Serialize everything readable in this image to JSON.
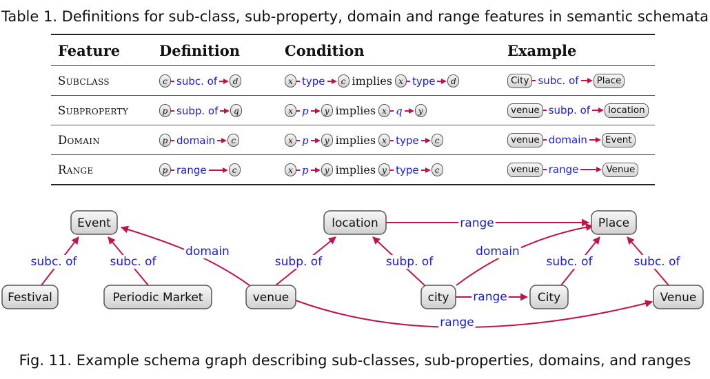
{
  "table_caption": "Table 1.  Definitions for sub-class, sub-property, domain and range features in semantic schemata",
  "figure_caption": "Fig. 11.  Example schema graph describing sub-classes, sub-properties, domains, and ranges",
  "table": {
    "headers": [
      "Feature",
      "Definition",
      "Condition",
      "Example"
    ],
    "rows": [
      {
        "feature": "Subclass",
        "definition": [
          "c",
          "subc. of",
          "d"
        ],
        "condition_left": [
          "x",
          "type",
          "c"
        ],
        "implies": "implies",
        "condition_right": [
          "x",
          "type",
          "d"
        ],
        "example": [
          "City",
          "subc. of",
          "Place"
        ]
      },
      {
        "feature": "Subproperty",
        "definition": [
          "p",
          "subp. of",
          "q"
        ],
        "condition_left": [
          "x",
          "p",
          "y"
        ],
        "implies": "implies",
        "condition_right": [
          "x",
          "q",
          "y"
        ],
        "example": [
          "venue",
          "subp. of",
          "location"
        ]
      },
      {
        "feature": "Domain",
        "definition": [
          "p",
          "domain",
          "c"
        ],
        "condition_left": [
          "x",
          "p",
          "y"
        ],
        "implies": "implies",
        "condition_right": [
          "x",
          "type",
          "c"
        ],
        "example": [
          "venue",
          "domain",
          "Event"
        ]
      },
      {
        "feature": "Range",
        "definition": [
          "p",
          "range",
          "c"
        ],
        "condition_left": [
          "x",
          "p",
          "y"
        ],
        "implies": "implies",
        "condition_right": [
          "y",
          "type",
          "c"
        ],
        "example": [
          "venue",
          "range",
          "Venue"
        ]
      }
    ]
  },
  "graph": {
    "nodes": [
      {
        "id": "event",
        "label": "Event"
      },
      {
        "id": "location",
        "label": "location"
      },
      {
        "id": "place",
        "label": "Place"
      },
      {
        "id": "festival",
        "label": "Festival"
      },
      {
        "id": "periodic-market",
        "label": "Periodic Market"
      },
      {
        "id": "venue-prop",
        "label": "venue"
      },
      {
        "id": "city-prop",
        "label": "city"
      },
      {
        "id": "city-class",
        "label": "City"
      },
      {
        "id": "venue-class",
        "label": "Venue"
      }
    ],
    "edges": [
      {
        "from": "festival",
        "to": "event",
        "label": "subc. of"
      },
      {
        "from": "periodic-market",
        "to": "event",
        "label": "subc. of"
      },
      {
        "from": "venue-prop",
        "to": "event",
        "label": "domain"
      },
      {
        "from": "venue-prop",
        "to": "location",
        "label": "subp. of"
      },
      {
        "from": "city-prop",
        "to": "location",
        "label": "subp. of"
      },
      {
        "from": "location",
        "to": "place",
        "label": "range"
      },
      {
        "from": "city-prop",
        "to": "place",
        "label": "domain"
      },
      {
        "from": "city-class",
        "to": "place",
        "label": "subc. of"
      },
      {
        "from": "venue-class",
        "to": "place",
        "label": "subc. of"
      },
      {
        "from": "city-prop",
        "to": "city-class",
        "label": "range"
      },
      {
        "from": "venue-prop",
        "to": "venue-class",
        "label": "range"
      }
    ]
  },
  "colors": {
    "edge": "#c0134a",
    "label": "#1a1adb",
    "node_border": "#555555"
  }
}
